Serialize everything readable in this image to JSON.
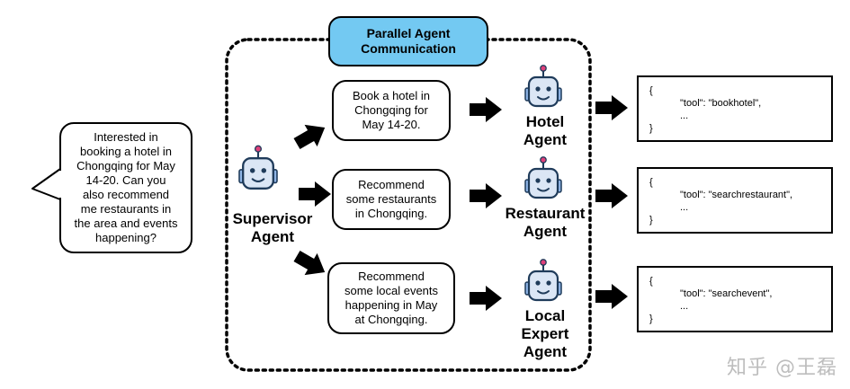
{
  "title": "Parallel Agent\nCommunication",
  "user_query": "Interested in\nbooking a hotel in\nChongqing for May\n14-20. Can you\nalso recommend\nme restaurants in\nthe area and events\nhappening?",
  "supervisor": {
    "label": "Supervisor\nAgent"
  },
  "tasks": [
    {
      "text": "Book a hotel in\nChongqing for\nMay 14-20."
    },
    {
      "text": "Recommend\nsome restaurants\nin Chongqing."
    },
    {
      "text": "Recommend\nsome local events\nhappening in May\nat Chongqing."
    }
  ],
  "agents": [
    {
      "label": "Hotel\nAgent"
    },
    {
      "label": "Restaurant\nAgent"
    },
    {
      "label": "Local\nExpert\nAgent"
    }
  ],
  "outputs": [
    {
      "open": "{",
      "line": "\"tool\": \"bookhotel\",",
      "ellipsis": "...",
      "close": "}"
    },
    {
      "open": "{",
      "line": "\"tool\": \"searchrestaurant\",",
      "ellipsis": "...",
      "close": "}"
    },
    {
      "open": "{",
      "line": "\"tool\": \"searchevent\",",
      "ellipsis": "...",
      "close": "}"
    }
  ],
  "watermark": "知乎 @王磊",
  "colors": {
    "title_fill": "#73c9f2",
    "robot_face": "#dbe6f5",
    "robot_stroke": "#1f3b5a",
    "antenna": "#e0407a"
  }
}
